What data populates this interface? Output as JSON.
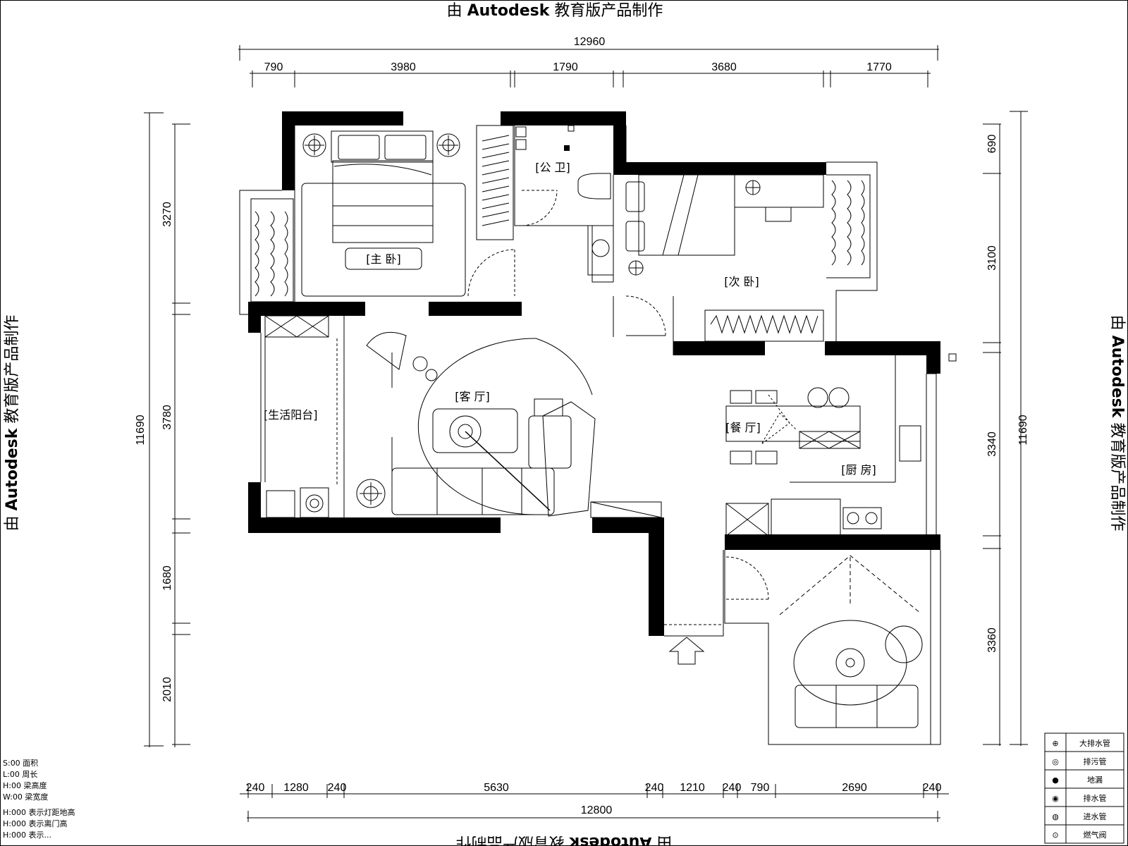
{
  "watermark": {
    "text": "由 Autodesk 教育版产品制作",
    "prefix": "由 ",
    "brand": "Autodesk",
    "suffix": " 教育版产品制作"
  },
  "dimensions": {
    "top_total": "12960",
    "top_segments": [
      "790",
      "3980",
      "1790",
      "3680",
      "1770"
    ],
    "bottom_total": "12800",
    "bottom_segments": [
      "240",
      "1280",
      "240",
      "5630",
      "240",
      "1210",
      "240",
      "790",
      "2690",
      "240"
    ],
    "left_total": "11690",
    "left_segments": [
      "3270",
      "3780",
      "1680",
      "2010"
    ],
    "right_total": "11690",
    "right_segments": [
      "690",
      "3100",
      "3340",
      "3360"
    ]
  },
  "rooms": {
    "master_bedroom": "[主 卧]",
    "public_bath": "[公 卫]",
    "second_bedroom": "[次 卧]",
    "living_room": "[客 厅]",
    "balcony": "[生活阳台]",
    "dining": "[餐 厅]",
    "kitchen": "[厨 房]"
  },
  "notes": [
    "S:00  面积",
    "L:00  周长",
    "H:00  梁高度",
    "W:00  梁宽度",
    "H:000  表示灯距地高",
    "H:000  表示离门高",
    "H:000  表示..."
  ],
  "legend": [
    {
      "symbol": "⊕",
      "label": "大排水管"
    },
    {
      "symbol": "◎",
      "label": "排污管"
    },
    {
      "symbol": "●",
      "label": "地漏"
    },
    {
      "symbol": "◉",
      "label": "排水管"
    },
    {
      "symbol": "◍",
      "label": "进水管"
    },
    {
      "symbol": "⊙",
      "label": "燃气阀"
    }
  ]
}
